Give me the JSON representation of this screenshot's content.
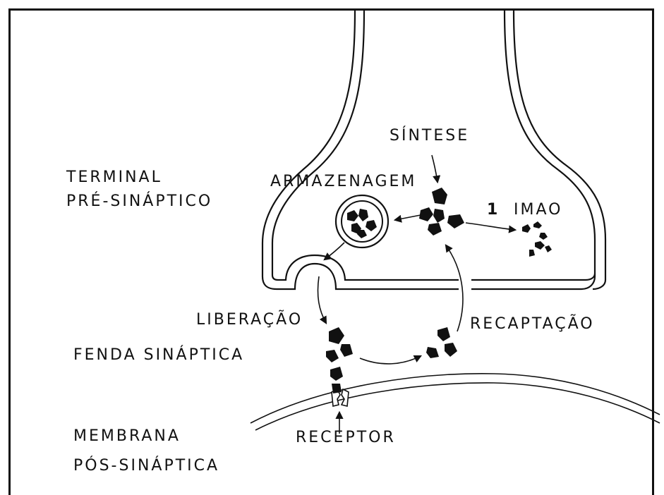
{
  "labels": {
    "sintese": "SÍNTESE",
    "armazenagem": "ARMAZENAGEM",
    "terminal": "TERMINAL",
    "pre_sinaptico": "PRÉ-SINÁPTICO",
    "imao_number": "1",
    "imao": "IMAO",
    "liberacao": "LIBERAÇÃO",
    "recaptacao": "RECAPTAÇÃO",
    "fenda": "FENDA SINÁPTICA",
    "receptor": "RECEPTOR",
    "membrana": "MEMBRANA",
    "pos_sinaptica": "PÓS-SINÁPTICA"
  }
}
